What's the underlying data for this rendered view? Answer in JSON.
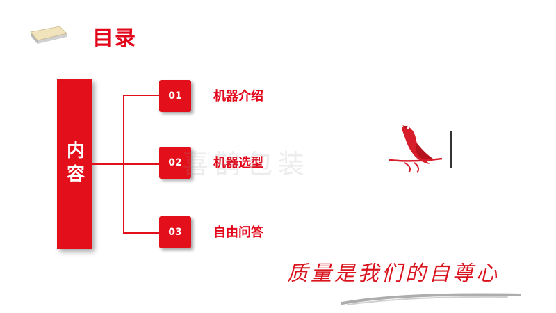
{
  "header": {
    "title": "目录"
  },
  "sidebar": {
    "label": "内容"
  },
  "agenda": {
    "items": [
      {
        "number": "01",
        "label": "机器介绍"
      },
      {
        "number": "02",
        "label": "机器选型"
      },
      {
        "number": "03",
        "label": "自由问答"
      }
    ]
  },
  "watermark": {
    "text": "喜鹊包装"
  },
  "slogan": {
    "text": "质量是我们的自尊心"
  },
  "colors": {
    "accent": "#e3101b",
    "title": "#e2071a"
  }
}
